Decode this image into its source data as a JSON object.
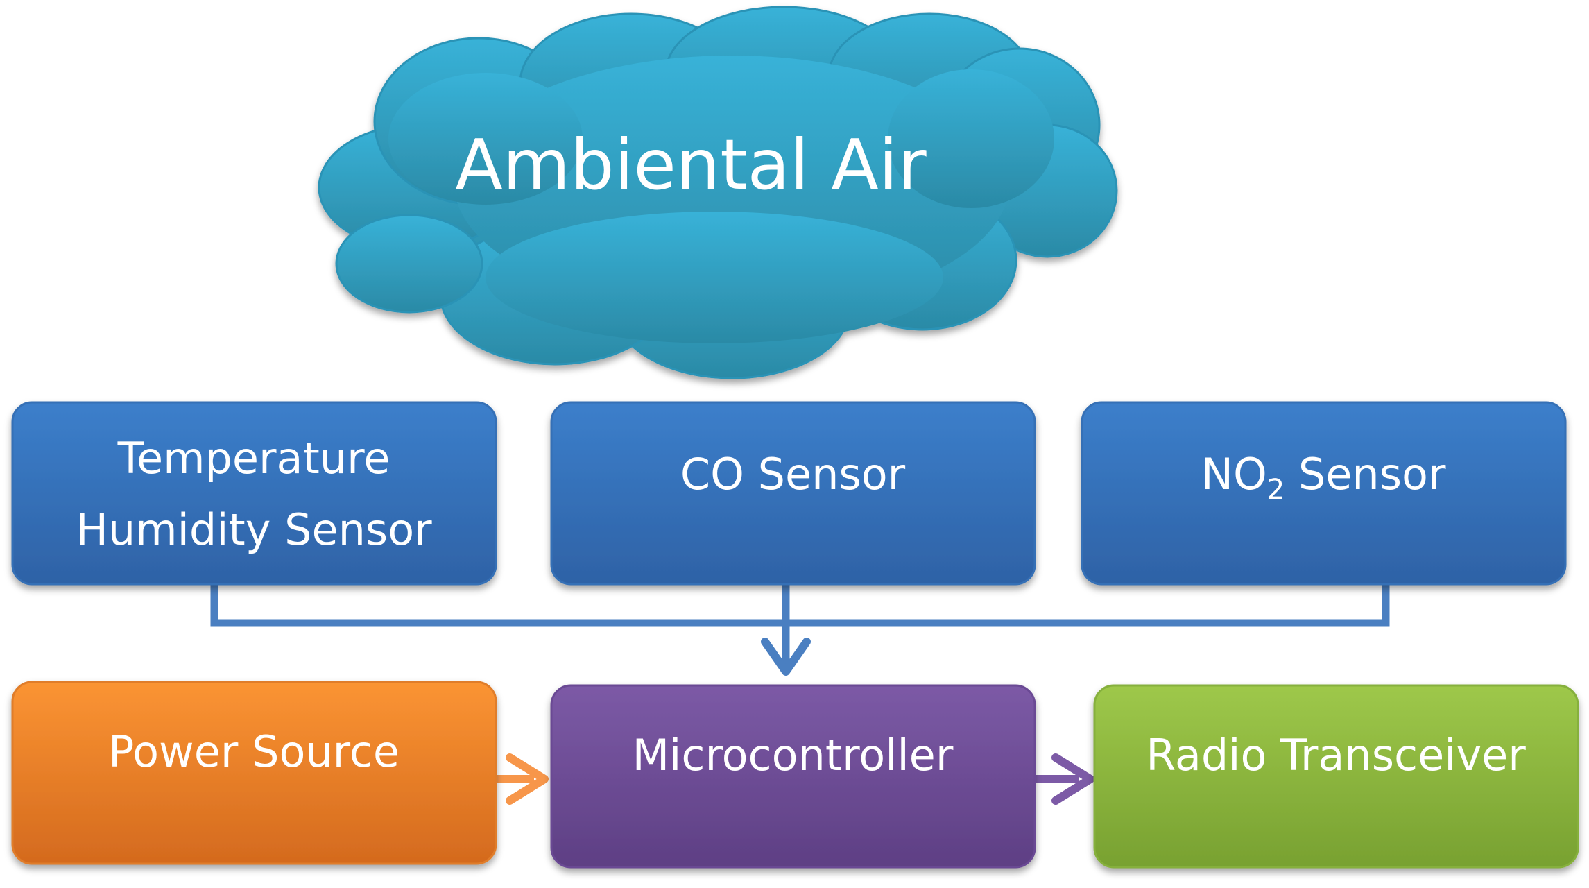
{
  "cloud": {
    "label": "Ambiental Air"
  },
  "sensors": [
    {
      "lines": [
        "Temperature",
        "Humidity Sensor"
      ]
    },
    {
      "label": "CO Sensor"
    },
    {
      "label_main": "NO",
      "label_sub": "2",
      "label_rest": " Sensor"
    }
  ],
  "bottom": {
    "power": "Power Source",
    "mcu": "Microcontroller",
    "radio": "Radio Transceiver"
  },
  "colors": {
    "cloud_top": "#38b2d8",
    "cloud_bottom": "#2b8aa6",
    "sensor_top": "#3c7fcb",
    "sensor_bottom": "#2e62a6",
    "power_top": "#fb9433",
    "power_bottom": "#d46a1e",
    "mcu_top": "#7c5aa6",
    "mcu_bottom": "#5e3f84",
    "radio_top": "#9ec84a",
    "radio_bottom": "#78a131",
    "connector_blue": "#4a7fc1",
    "arrow_orange": "#f7964a",
    "arrow_purple": "#7c5aa6"
  }
}
